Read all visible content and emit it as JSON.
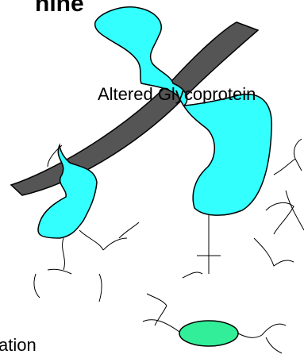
{
  "labels": {
    "title_fragment": "nine",
    "glycoprotein": "Altered Glycoprotein",
    "bottom_fragment": "ation"
  },
  "colors": {
    "background": "#ffffff",
    "glycoprotein_fill": "#33ffff",
    "membrane_fill": "#555555",
    "oval_fill": "#33ee99",
    "outline": "#000000"
  }
}
